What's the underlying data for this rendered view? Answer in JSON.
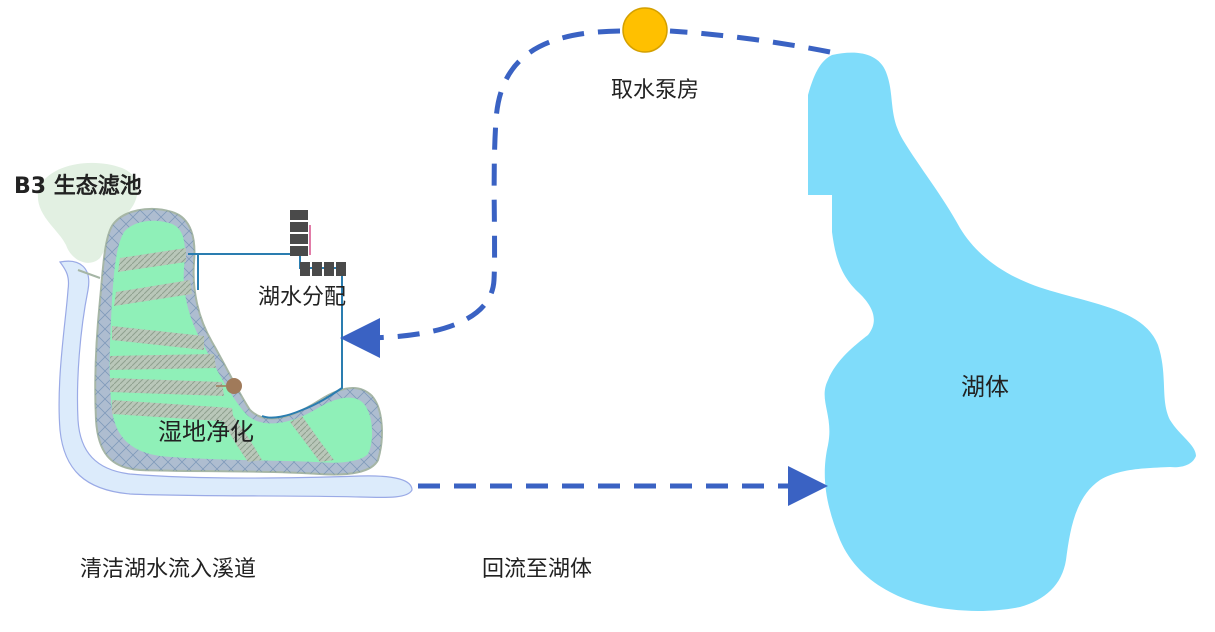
{
  "labels": {
    "pump_station": "取水泵房",
    "filter_pool": "B3 生态滤池",
    "distribution": "湖水分配",
    "wetland": "湿地净化",
    "lake": "湖体",
    "clean_water_stream": "清洁湖水流入溪道",
    "return_to_lake": "回流至湖体"
  },
  "colors": {
    "lake_fill": "#7fdcfa",
    "wetland_fill": "#8ff0b8",
    "wetland_edge": "#a6b6a6",
    "filter_fill": "#e2f0e2",
    "stream_fill": "#dcebfb",
    "stream_edge": "#9aaae6",
    "pipe": "#2a7db0",
    "flow_arrow": "#3a62c3",
    "pump_fill": "#ffc000",
    "pump_stroke": "#d4a000",
    "valve": "#4a4a4a",
    "node": "#a07a5a"
  }
}
